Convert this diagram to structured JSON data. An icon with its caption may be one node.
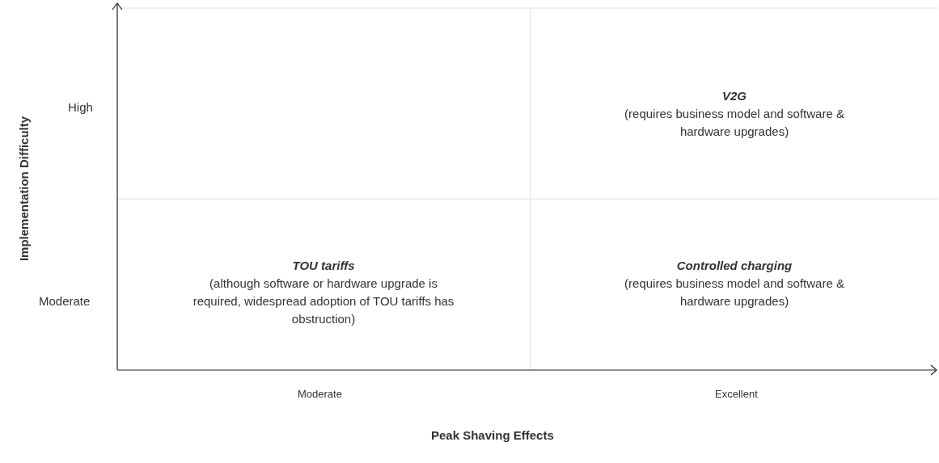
{
  "diagram": {
    "nodes": [
      {
        "text": [
          "V2G",
          "(requires business model and software & hardware upgrades)"
        ]
      },
      {
        "text": [
          "TOU tariffs",
          "(although software or hardware upgrade is required, widespread adoption of TOU tariffs has obstruction)"
        ]
      },
      {
        "text": [
          "Controlled charging",
          "(requires business model and software & hardware upgrades)"
        ]
      }
    ],
    "labels": [
      "Implementation Difficulty",
      "High",
      "Moderate",
      "Moderate",
      "Excellent",
      "Peak Shaving Effects"
    ]
  }
}
